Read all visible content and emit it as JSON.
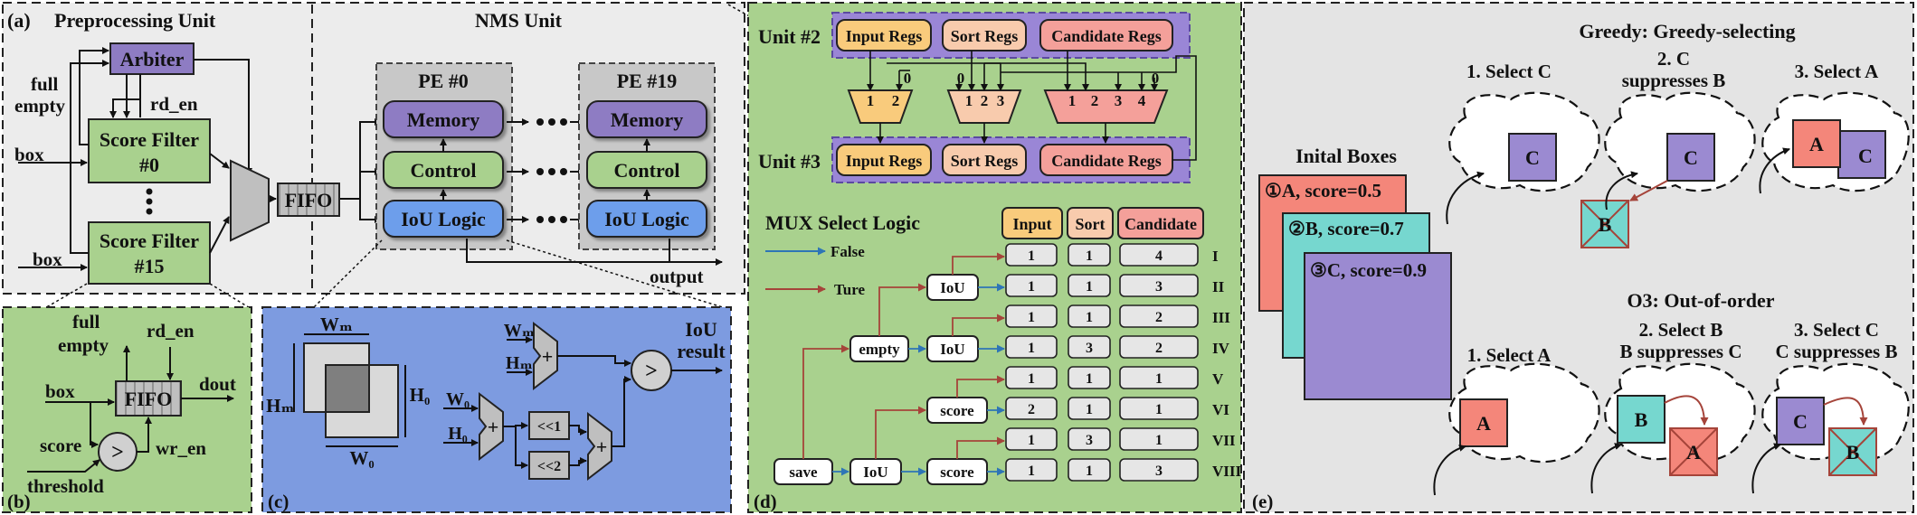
{
  "colors": {
    "panel_grey": "#ececec",
    "panel_green": "#a9d18e",
    "panel_blue": "#7d9be0",
    "panel_right": "#e4e4e4",
    "purple": "#8e7cc3",
    "green_box": "#a9d18e",
    "blue_box": "#6d9eeb",
    "orange": "#f9cb7c",
    "peach": "#f8cbad",
    "salmon": "#f4a09a",
    "teal": "#76d7cf",
    "lavender": "#9b8ad1",
    "mux_false": "#2e75b6",
    "mux_true": "#a5443a"
  },
  "panel_a": {
    "tag": "(a)",
    "pre_title": "Preprocessing Unit",
    "nms_title": "NMS Unit",
    "arbiter": "Arbiter",
    "full": "full",
    "empty": "empty",
    "rd_en": "rd_en",
    "box_top": "box",
    "box_bottom": "box",
    "filter0": [
      "Score Filter",
      "#0"
    ],
    "filter15": [
      "Score Filter",
      "#15"
    ],
    "fifo": "FIFO",
    "pe0": "PE #0",
    "pe19": "PE #19",
    "memory": "Memory",
    "control": "Control",
    "iou_logic": "IoU Logic",
    "output": "output"
  },
  "panel_b": {
    "tag": "(b)",
    "full": "full",
    "empty": "empty",
    "rd_en": "rd_en",
    "box": "box",
    "fifo": "FIFO",
    "dout": "dout",
    "score": "score",
    "cmp": ">",
    "wr_en": "wr_en",
    "threshold": "threshold"
  },
  "panel_c": {
    "tag": "(c)",
    "wm": "Wₘ",
    "hm": "Hₘ",
    "h0": "H₀",
    "w0": "W₀",
    "wm2": "Wₘ",
    "hm2": "Hₘ",
    "w0b": "W₀",
    "h0b": "H₀",
    "plus": "+",
    "shl1": "<<1",
    "shl2": "<<2",
    "cmp": ">",
    "result_l1": "IoU",
    "result_l2": "result"
  },
  "panel_d": {
    "tag": "(d)",
    "unit2": "Unit #2",
    "unit3": "Unit #3",
    "input_regs": "Input Regs",
    "sort_regs": "Sort Regs",
    "candidate_regs": "Candidate Regs",
    "mux_in1": [
      "1",
      "2"
    ],
    "mux_in1_zero": "0",
    "mux_in2": [
      "1",
      "2",
      "3"
    ],
    "mux_in2_zero": "0",
    "mux_in3": [
      "1",
      "2",
      "3",
      "4"
    ],
    "mux_in3_zero": "0",
    "mux_title": "MUX Select Logic",
    "false_label": "False",
    "true_label": "Ture",
    "col_headers": [
      "Input",
      "Sort",
      "Candidate"
    ],
    "rows": [
      {
        "input": "1",
        "sort": "1",
        "cand": "4",
        "roman": "I"
      },
      {
        "input": "1",
        "sort": "1",
        "cand": "3",
        "roman": "II"
      },
      {
        "input": "1",
        "sort": "1",
        "cand": "2",
        "roman": "III"
      },
      {
        "input": "1",
        "sort": "3",
        "cand": "2",
        "roman": "IV"
      },
      {
        "input": "1",
        "sort": "1",
        "cand": "1",
        "roman": "V"
      },
      {
        "input": "2",
        "sort": "1",
        "cand": "1",
        "roman": "VI"
      },
      {
        "input": "1",
        "sort": "3",
        "cand": "1",
        "roman": "VII"
      },
      {
        "input": "1",
        "sort": "1",
        "cand": "3",
        "roman": "VIII"
      }
    ],
    "nodes": {
      "iou_top": "IoU",
      "empty": "empty",
      "iou_mid": "IoU",
      "score_mid": "score",
      "save": "save",
      "iou_bot": "IoU",
      "score_bot": "score"
    }
  },
  "panel_e": {
    "tag": "(e)",
    "greedy_title": "Greedy: Greedy-selecting",
    "o3_title": "O3: Out-of-order",
    "initial_title": "Inital Boxes",
    "box_a": "①A, score=0.5",
    "box_b": "②B, score=0.7",
    "box_c": "③C, score=0.9",
    "g_step1": "1. Select C",
    "g_step2": [
      "2. C",
      "suppresses B"
    ],
    "g_step3": "3. Select A",
    "o_step1": "1. Select A",
    "o_step2": [
      "2. Select B",
      "B suppresses C"
    ],
    "o_step3": [
      "3. Select C",
      "C suppresses B"
    ],
    "A": "A",
    "B": "B",
    "C": "C"
  }
}
